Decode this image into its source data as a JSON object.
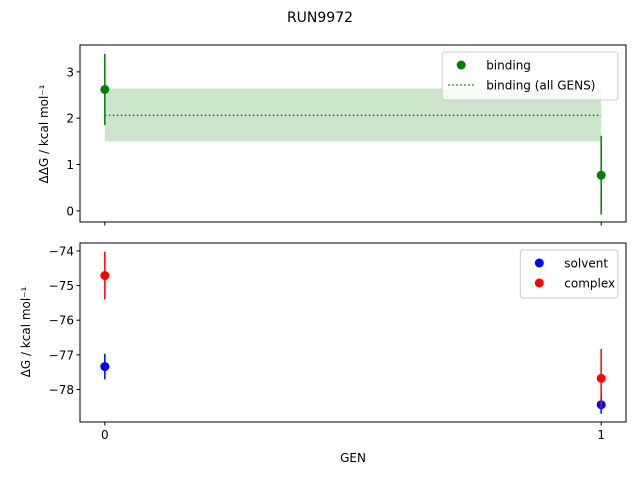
{
  "chart_data": [
    {
      "type": "scatter",
      "title": "RUN9972",
      "xlabel": "",
      "ylabel": "ΔΔG / kcal mol⁻¹",
      "xlim": [
        -0.05,
        1.05
      ],
      "ylim": [
        -0.24,
        3.58
      ],
      "xticks": [
        0,
        1
      ],
      "yticks": [
        0,
        1,
        2,
        3
      ],
      "x_tick_labels_shown": false,
      "grid": false,
      "legend": "top-right",
      "series": [
        {
          "name": "binding",
          "color": "#008000",
          "x": [
            0,
            1
          ],
          "y": [
            2.62,
            0.77
          ],
          "yerr": [
            0.77,
            0.85
          ]
        }
      ],
      "band": {
        "name": "binding (all GENS)",
        "color": "#008000",
        "mean": 2.06,
        "lower": 1.5,
        "upper": 2.64,
        "x": [
          0,
          1
        ],
        "linestyle": "dotted"
      }
    },
    {
      "type": "scatter",
      "xlabel": "GEN",
      "ylabel": "ΔG / kcal mol⁻¹",
      "xlim": [
        -0.05,
        1.05
      ],
      "ylim": [
        -78.94,
        -73.77
      ],
      "xticks": [
        0,
        1
      ],
      "yticks": [
        -78,
        -77,
        -76,
        -75,
        -74
      ],
      "grid": false,
      "legend": "top-right",
      "series": [
        {
          "name": "solvent",
          "color": "#0000ff",
          "x": [
            0,
            1
          ],
          "y": [
            -77.34,
            -78.44
          ],
          "yerr": [
            0.37,
            0.26
          ]
        },
        {
          "name": "complex",
          "color": "#ff0000",
          "x": [
            0,
            1
          ],
          "y": [
            -74.71,
            -77.68
          ],
          "yerr": [
            0.69,
            0.85
          ]
        }
      ]
    }
  ]
}
